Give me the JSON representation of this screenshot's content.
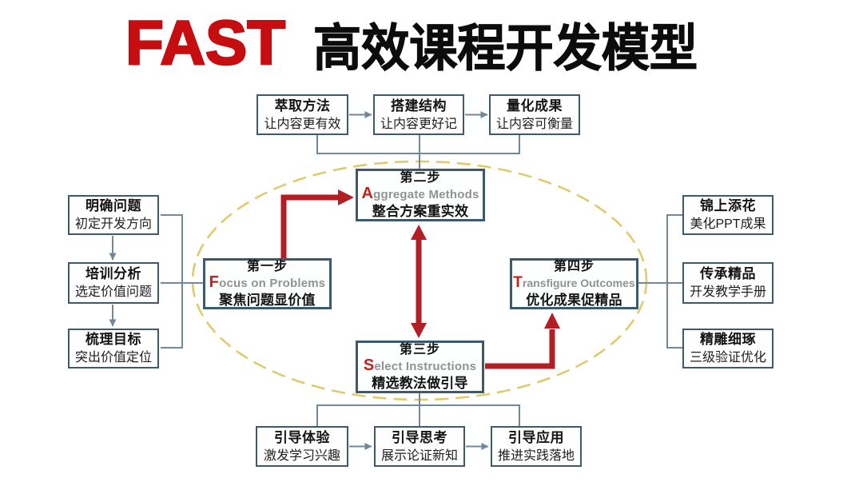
{
  "title": {
    "fast": "FAST",
    "text": "高效课程开发模型"
  },
  "colors": {
    "title_red": "#c60d10",
    "arrow_red": "#b21e23",
    "initial_red": "#c2201a",
    "box_border": "#3d5a6d",
    "connector_gray": "#71879a",
    "ellipse_gold": "#e0ca70",
    "english_gray": "#929292",
    "text_black": "#141414",
    "background": "#ffffff"
  },
  "top_row": [
    {
      "title": "萃取方法",
      "subtitle": "让内容更有效"
    },
    {
      "title": "搭建结构",
      "subtitle": "让内容更好记"
    },
    {
      "title": "量化成果",
      "subtitle": "让内容可衡量"
    }
  ],
  "left_column": [
    {
      "title": "明确问题",
      "subtitle": "初定开发方向"
    },
    {
      "title": "培训分析",
      "subtitle": "选定价值问题"
    },
    {
      "title": "梳理目标",
      "subtitle": "突出价值定位"
    }
  ],
  "right_column": [
    {
      "title": "锦上添花",
      "subtitle": "美化PPT成果"
    },
    {
      "title": "传承精品",
      "subtitle": "开发教学手册"
    },
    {
      "title": "精雕细琢",
      "subtitle": "三级验证优化"
    }
  ],
  "bottom_row": [
    {
      "title": "引导体验",
      "subtitle": "激发学习兴趣"
    },
    {
      "title": "引导思考",
      "subtitle": "展示论证新知"
    },
    {
      "title": "引导应用",
      "subtitle": "推进实践落地"
    }
  ],
  "steps": [
    {
      "step": "第一步",
      "english_initial": "F",
      "english_rest": "ocus on Problems",
      "caption": "聚焦问题显价值"
    },
    {
      "step": "第二步",
      "english_initial": "A",
      "english_rest": "ggregate Methods",
      "caption": "整合方案重实效"
    },
    {
      "step": "第三步",
      "english_initial": "S",
      "english_rest": "elect Instructions",
      "caption": "精选教法做引导"
    },
    {
      "step": "第四步",
      "english_initial": "T",
      "english_rest": "ransfigure Outcomes",
      "caption": "优化成果促精品"
    }
  ]
}
